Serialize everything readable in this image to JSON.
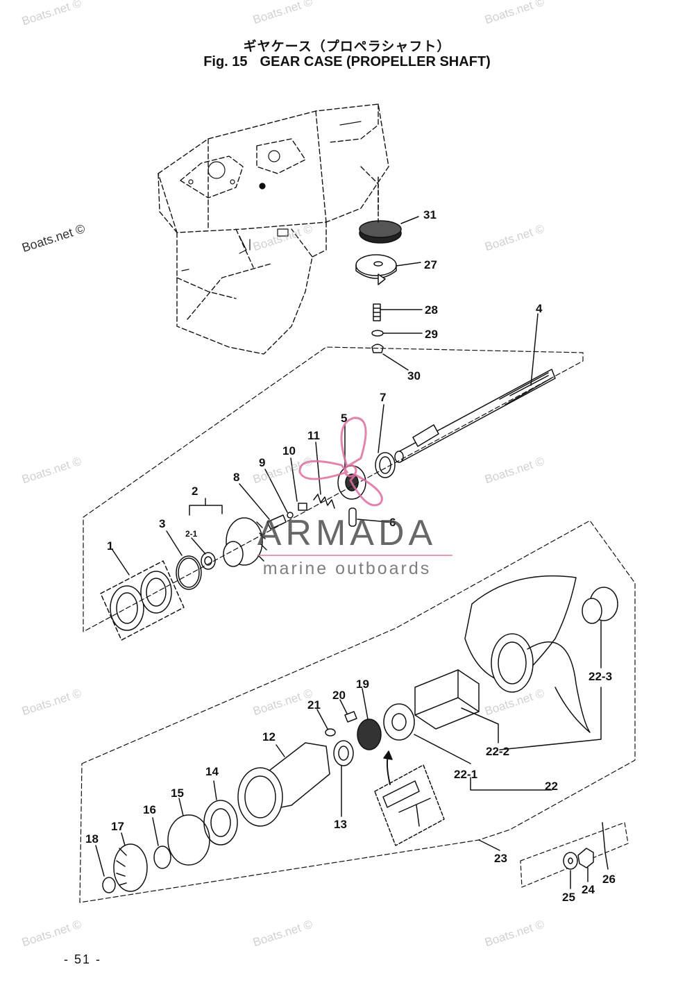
{
  "title": {
    "japanese": "ギヤケース（プロペラシャフト）",
    "figure": "Fig. 15",
    "english": "GEAR CASE (PROPELLER SHAFT)"
  },
  "page_number": "- 51 -",
  "brand": {
    "name": "ARMADA",
    "tagline": "marine outboards",
    "logo": "propeller-logo-icon",
    "accent": "#de6ea0"
  },
  "watermark": "Boats.net ©",
  "part_labels": [
    "31",
    "27",
    "28",
    "29",
    "30",
    "4",
    "7",
    "5",
    "11",
    "10",
    "9",
    "8",
    "6",
    "2",
    "2-1",
    "3",
    "1",
    "22-3",
    "19",
    "20",
    "21",
    "12",
    "22-2",
    "22-1",
    "22",
    "14",
    "13",
    "15",
    "16",
    "17",
    "18",
    "23",
    "24",
    "25",
    "26"
  ]
}
